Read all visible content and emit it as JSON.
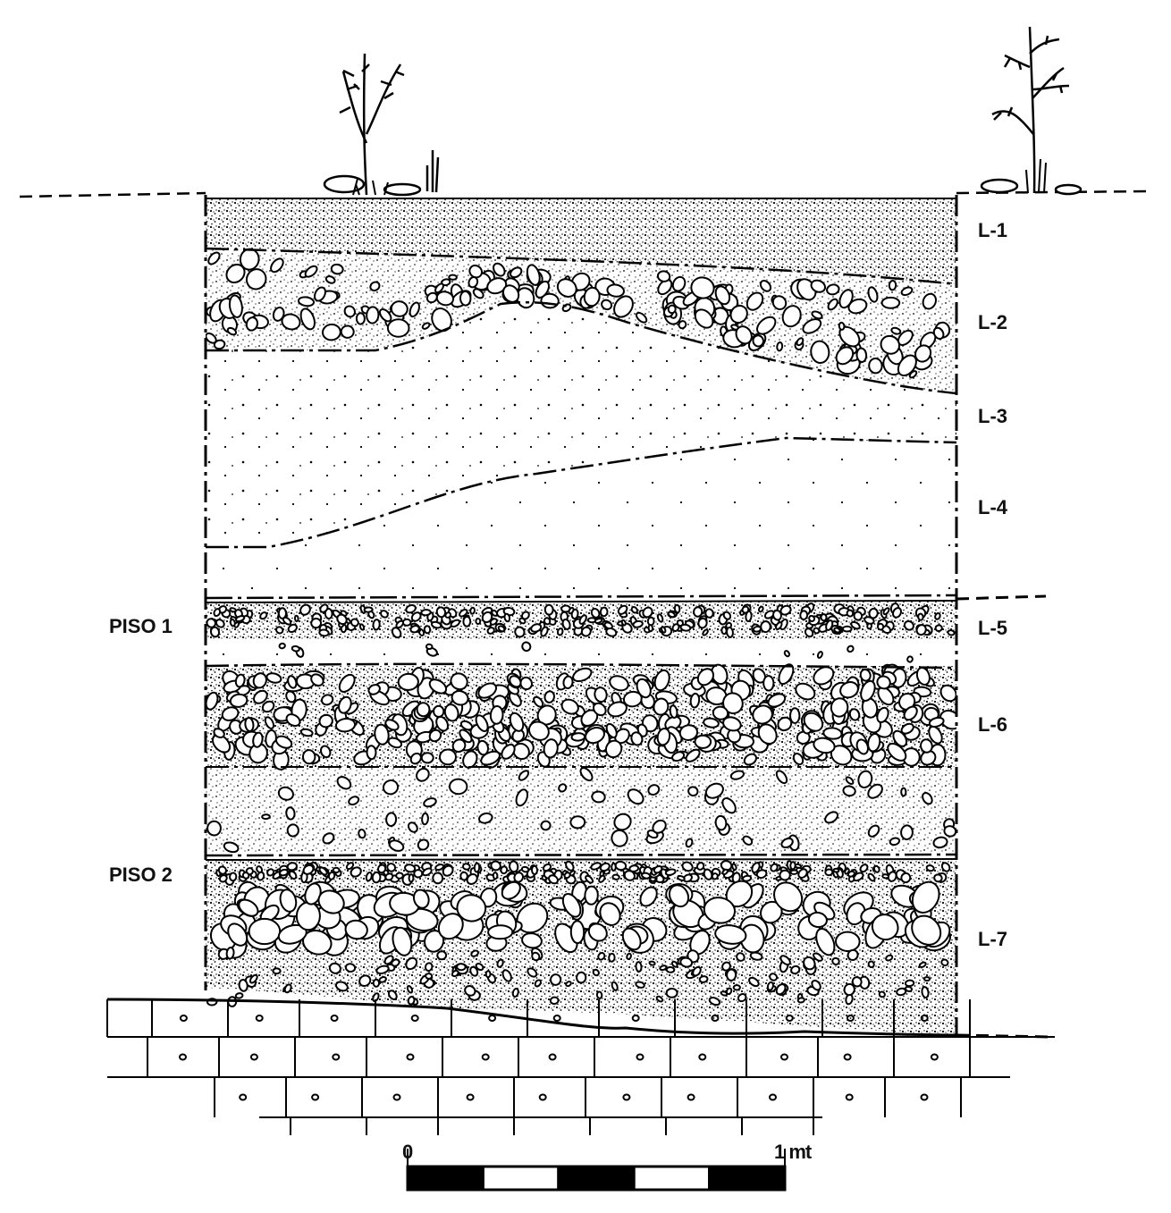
{
  "layers": [
    {
      "id": "L1",
      "label": "L-1"
    },
    {
      "id": "L2",
      "label": "L-2"
    },
    {
      "id": "L3",
      "label": "L-3"
    },
    {
      "id": "L4",
      "label": "L-4"
    },
    {
      "id": "L5",
      "label": "L-5"
    },
    {
      "id": "L6",
      "label": "L-6"
    },
    {
      "id": "L7",
      "label": "L-7"
    }
  ],
  "floors": [
    {
      "id": "piso1",
      "label": "PISO 1"
    },
    {
      "id": "piso2",
      "label": "PISO 2"
    }
  ],
  "scale_bar": {
    "start_label": "0",
    "end_label": "1 mt",
    "segments": 5
  }
}
